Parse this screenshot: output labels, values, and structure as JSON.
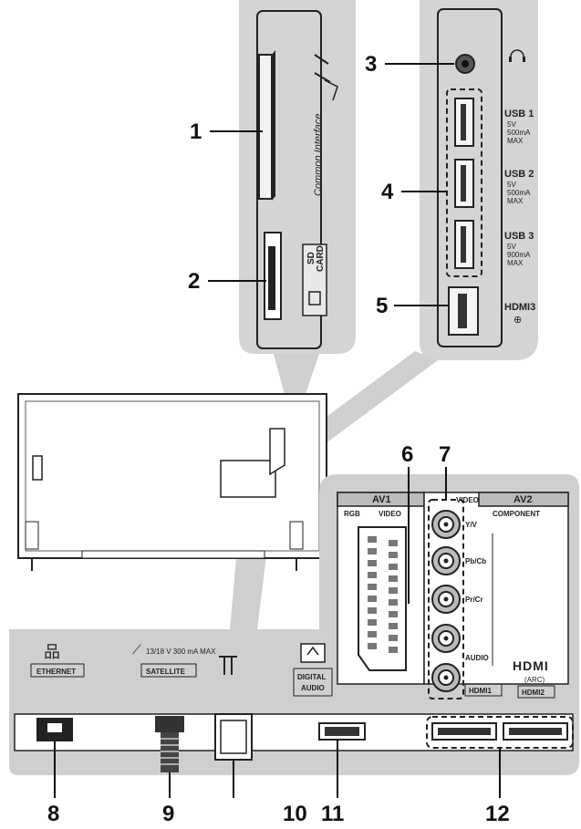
{
  "labels": {
    "common_interface": "Common Interface",
    "sd_card_line1": "SD",
    "sd_card_line2": "CARD",
    "usb1": [
      "USB 1",
      "5V",
      "500mA",
      "MAX"
    ],
    "usb2": [
      "USB 2",
      "5V",
      "500mA",
      "MAX"
    ],
    "usb3": [
      "USB 3",
      "5V",
      "900mA",
      "MAX"
    ],
    "hdmi3": "HDMI3",
    "av1": "AV1",
    "av2": "AV2",
    "rgb": "RGB",
    "video_av1": "VIDEO",
    "video_av2": "VIDEO",
    "component": "COMPONENT",
    "y_v": "Y/V",
    "pb_cb": "Pb/Cb",
    "pr_cr": "Pr/Cr",
    "audio": "AUDIO",
    "hdmi_logo": "HDMI",
    "arc": "(ARC)",
    "hdmi1": "HDMI1",
    "hdmi2": "HDMI2",
    "ethernet": "ETHERNET",
    "satellite": "SATELLITE",
    "sat_power": "13/18 V 300 mA MAX",
    "digital_audio_line1": "DIGITAL",
    "digital_audio_line2": "AUDIO"
  },
  "callouts": [
    "1",
    "2",
    "3",
    "4",
    "5",
    "6",
    "7",
    "8",
    "9",
    "10",
    "11",
    "12"
  ]
}
